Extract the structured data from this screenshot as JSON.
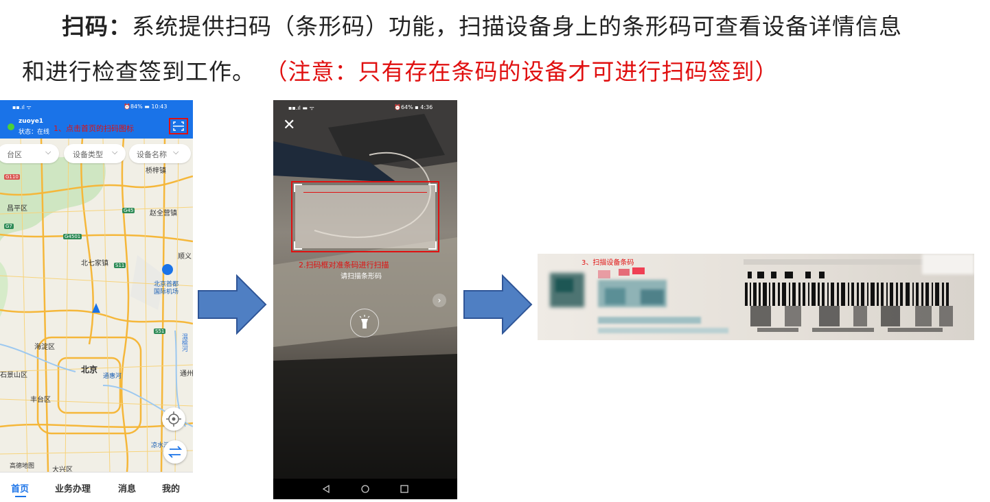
{
  "heading": {
    "bold_label": "扫码：",
    "line1_text": "系统提供扫码（条形码）功能，扫描设备身上的条形码可查看设备详情信息",
    "line2_text": "和进行检查签到工作。",
    "note": "（注意：只有存在条码的设备才可进行扫码签到）"
  },
  "phone1": {
    "status_left": "▪▪.ıl ᯤ",
    "status_right": "⏰84% ▬ 10:43",
    "username": "zuoye1",
    "status_text": "状态：在线",
    "annotation": "1、点击首页的扫码图标",
    "filters": [
      "台区",
      "设备类型",
      "设备名称"
    ],
    "map_labels": {
      "a": "桥梓镇",
      "b": "昌平区",
      "c": "赵全营镇",
      "d": "北七家镇",
      "e": "顺义",
      "f": "北京首都\n国际机场",
      "g": "海淀区",
      "h": "北京",
      "i": "通惠河",
      "j": "石景山区",
      "k": "通州",
      "l": "丰台区",
      "m": "凉水河",
      "n": "大兴区",
      "o": "高德地图",
      "p": "温榆河"
    },
    "road_tags": [
      "G110",
      "G7",
      "G45",
      "G4501",
      "S11",
      "S51"
    ],
    "nav": [
      "首页",
      "业务办理",
      "消息",
      "我的"
    ],
    "active_nav": "首页"
  },
  "phone2": {
    "status_left": "▪▪.ıl ▬ ᯤ",
    "status_right": "⏰64% ▪ 4:36",
    "annotation": "2.扫码框对准条码进行扫描",
    "hint": "请扫描条形码"
  },
  "barcode": {
    "annotation": "3、扫描设备条码"
  },
  "colors": {
    "accent_blue": "#1a73e8",
    "annotation_red": "#e01010",
    "arrow_fill": "#4f7fc3",
    "arrow_stroke": "#2f5597"
  }
}
